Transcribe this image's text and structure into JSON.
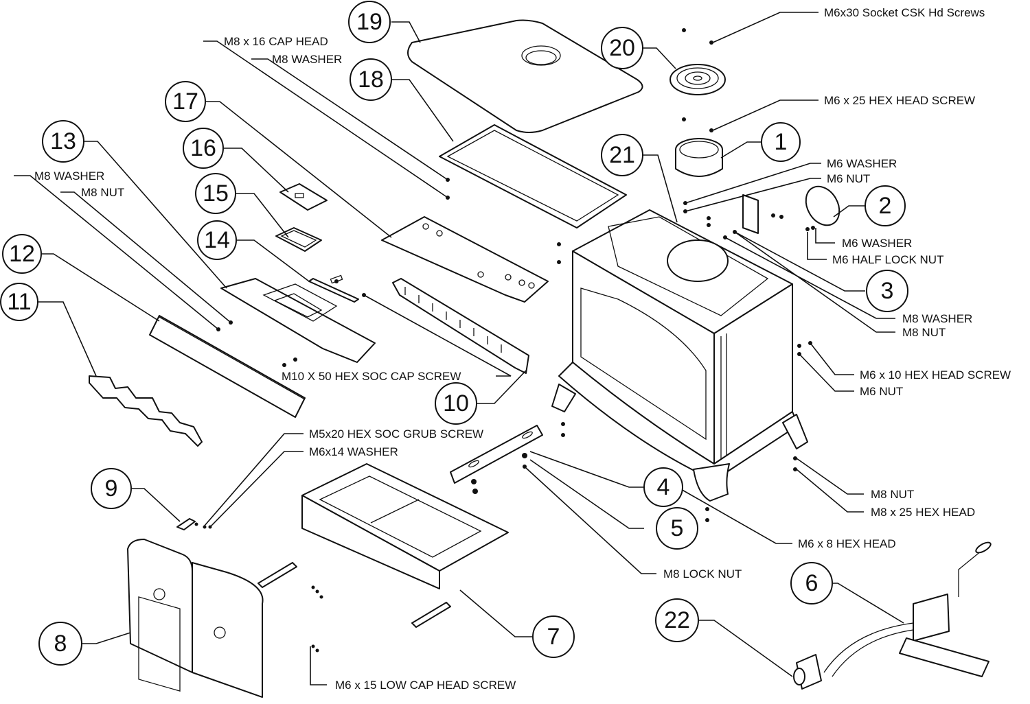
{
  "title": "Stove exploded parts diagram",
  "callouts": [
    "1",
    "2",
    "3",
    "4",
    "5",
    "6",
    "7",
    "8",
    "9",
    "10",
    "11",
    "12",
    "13",
    "14",
    "15",
    "16",
    "17",
    "18",
    "19",
    "20",
    "21",
    "22"
  ],
  "fastener_labels": {
    "m6x30_csk": "M6x30 Socket CSK Hd Screws",
    "m8x16_cap_head": "M8 x 16 CAP HEAD",
    "m8_washer_top": "M8 WASHER",
    "m6x25_hex": "M6 x 25 HEX HEAD SCREW",
    "m6_washer_top": "M6 WASHER",
    "m6_nut_top": "M6 NUT",
    "m8_washer_left": "M8 WASHER",
    "m8_nut_left": "M8 NUT",
    "m6_washer_right": "M6 WASHER",
    "m6_half_lock_nut": "M6 HALF LOCK NUT",
    "m8_washer_right": "M8 WASHER",
    "m8_nut_right": "M8 NUT",
    "m6x10_hex": "M6 x 10 HEX  HEAD SCREW",
    "m6_nut_right": "M6 NUT",
    "m10x50": "M10 X 50 HEX SOC CAP SCREW",
    "m5x20_grub": "M5x20 HEX SOC GRUB SCREW",
    "m6x14_washer": "M6x14 WASHER",
    "m8_nut_legs": "M8 NUT",
    "m8x25_hex": "M8 x 25 HEX HEAD",
    "m6x8_hex": "M6 x 8 HEX HEAD",
    "m8_lock_nut": "M8 LOCK NUT",
    "m6x15_low_cap": "M6 x 15 LOW CAP HEAD SCREW"
  },
  "colors": {
    "line": "#111111",
    "background": "#ffffff"
  }
}
